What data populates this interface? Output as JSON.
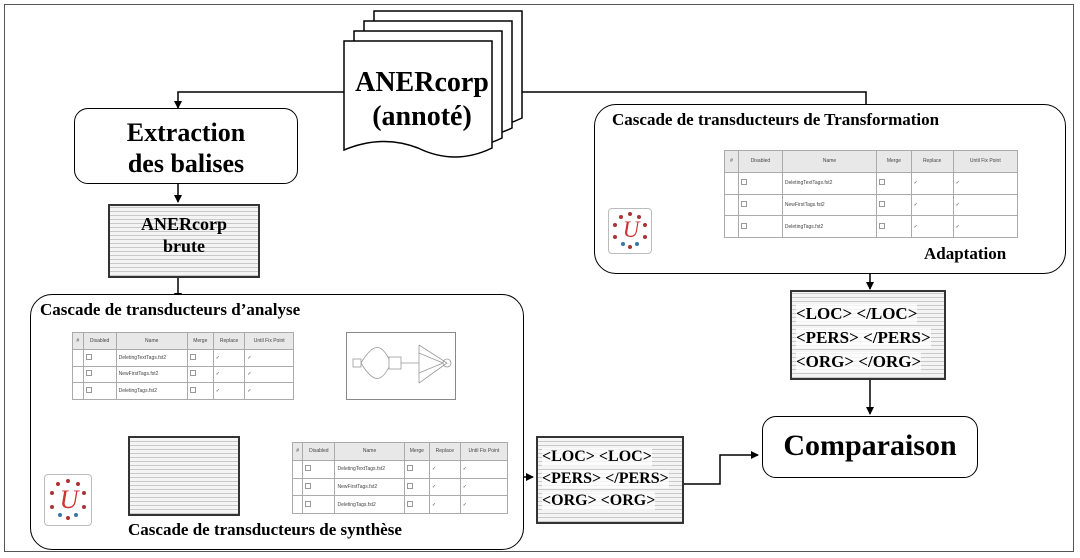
{
  "source_doc": {
    "line1": "ANERcorp",
    "line2": "(annoté)"
  },
  "extraction": {
    "line1": "Extraction",
    "line2": "des balises"
  },
  "raw_corpus": {
    "line1": "ANERcorp",
    "line2": "brute"
  },
  "analysis_group": {
    "title": "Cascade de transducteurs d’analyse"
  },
  "synthesis": {
    "title": "Cascade de transducteurs de synthèse"
  },
  "transformation_group": {
    "title": "Cascade de transducteurs de Transformation",
    "adaptation": "Adaptation"
  },
  "comparison": {
    "label": "Comparaison"
  },
  "tags_reference": {
    "line1": "<LOC> </LOC>",
    "line2": "<PERS> </PERS>",
    "line3": "<ORG> </ORG>"
  },
  "tags_output": {
    "line1": "<LOC> <LOC>",
    "line2": "<PERS> </PERS>",
    "line3": "<ORG> <ORG>"
  },
  "cascade_table": {
    "headers": [
      "#",
      "Disabled",
      "Name",
      "Merge",
      "Replace",
      "Until Fix Point"
    ],
    "rows": [
      "DeletingTextTags.fst2",
      "NewFirstTags.fst2",
      "DeletingTags.fst2"
    ]
  },
  "logo": {
    "letter": "U"
  }
}
